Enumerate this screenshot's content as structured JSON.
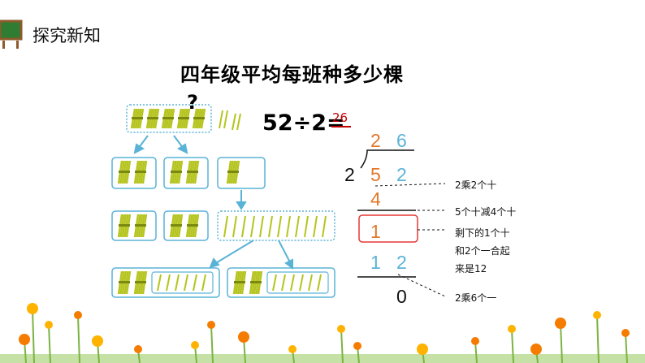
{
  "header": {
    "title": "探究新知"
  },
  "main_title": "四年级平均每班种多少棵",
  "question_mark": "?",
  "equation": {
    "text": "52÷2=",
    "answer": "26"
  },
  "division": {
    "quotient": [
      "2",
      "6"
    ],
    "divisor": "2",
    "dividend": [
      "5",
      "2"
    ],
    "step1": "4",
    "remainder_tens": "1",
    "step2": [
      "1",
      "2"
    ],
    "final": "0"
  },
  "notes": {
    "n1": "2乘2个十",
    "n2": "5个十减4个十",
    "n3_line1": "剩下的1个十",
    "n3_line2": "和2个一合起",
    "n3_line3": "来是12",
    "n4": "2乘6个一"
  },
  "colors": {
    "orange": "#e3782b",
    "blue": "#5ab3d6",
    "box": "#5ab3d6",
    "red": "#c00000",
    "bundle": "#b5c41f"
  }
}
